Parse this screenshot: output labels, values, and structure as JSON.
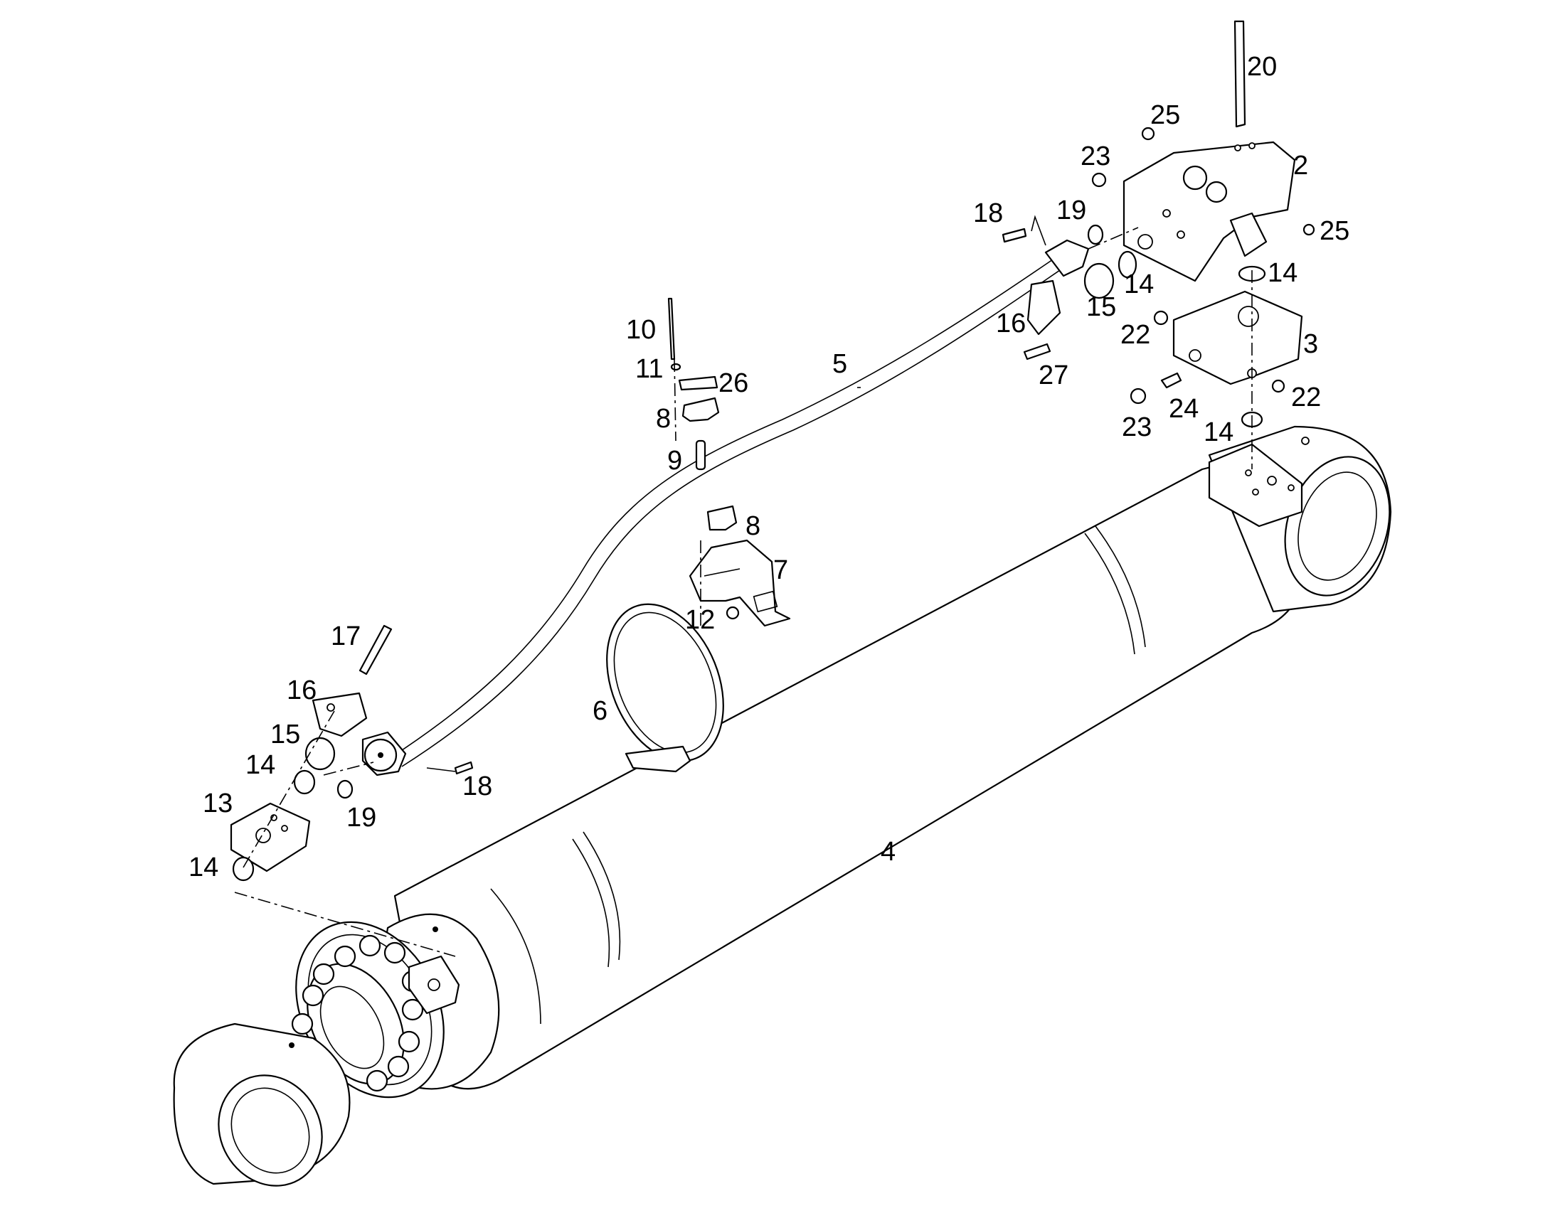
{
  "callouts": {
    "c2": "2",
    "c3": "3",
    "c4": "4",
    "c5": "5",
    "c6": "6",
    "c7": "7",
    "c8a": "8",
    "c8b": "8",
    "c9": "9",
    "c10": "10",
    "c11": "11",
    "c12": "12",
    "c13": "13",
    "c14a": "14",
    "c14b": "14",
    "c14c": "14",
    "c14d": "14",
    "c14e": "14",
    "c15a": "15",
    "c15b": "15",
    "c16a": "16",
    "c16b": "16",
    "c17": "17",
    "c18a": "18",
    "c18b": "18",
    "c19a": "19",
    "c19b": "19",
    "c20": "20",
    "c22a": "22",
    "c22b": "22",
    "c23a": "23",
    "c23b": "23",
    "c24": "24",
    "c25a": "25",
    "c25b": "25",
    "c26": "26",
    "c27": "27"
  }
}
